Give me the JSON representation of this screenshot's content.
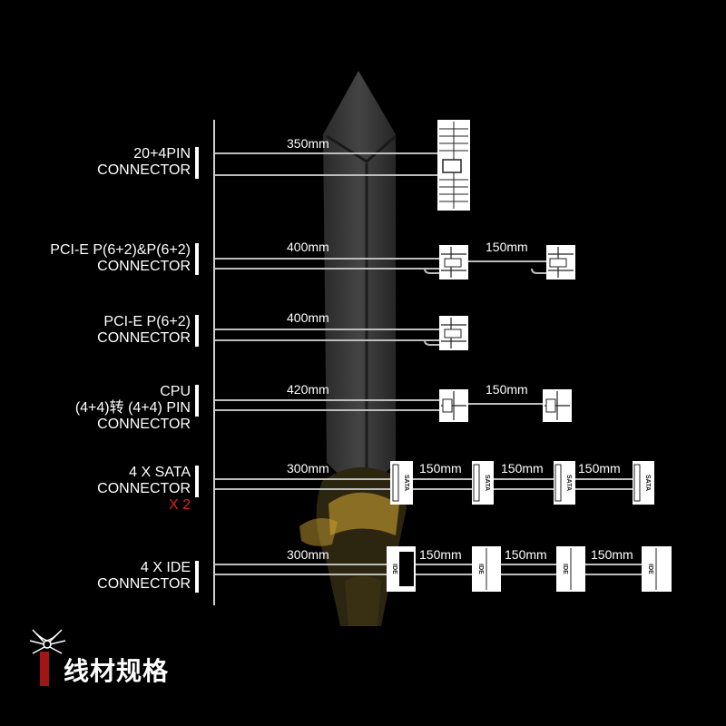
{
  "rows": [
    {
      "lines": [
        "20+4PIN",
        "CONNECTOR"
      ],
      "lengths": [
        "350mm"
      ]
    },
    {
      "lines": [
        "PCI-E P(6+2)&P(6+2)",
        "CONNECTOR"
      ],
      "lengths": [
        "400mm",
        "150mm"
      ]
    },
    {
      "lines": [
        "PCI-E P(6+2)",
        "CONNECTOR"
      ],
      "lengths": [
        "400mm"
      ]
    },
    {
      "lines": [
        "CPU",
        "(4+4)转 (4+4) PIN",
        "CONNECTOR"
      ],
      "lengths": [
        "420mm",
        "150mm"
      ]
    },
    {
      "lines": [
        "4 X SATA",
        "CONNECTOR"
      ],
      "accent": "X 2",
      "lengths": [
        "300mm",
        "150mm",
        "150mm",
        "150mm"
      ],
      "connector_text": "SATA"
    },
    {
      "lines": [
        "4 X IDE",
        "CONNECTOR"
      ],
      "lengths": [
        "300mm",
        "150mm",
        "150mm",
        "150mm"
      ],
      "connector_text": "IDE"
    }
  ],
  "footer": {
    "title": "线材规格"
  },
  "colors": {
    "background": "#000000",
    "foreground": "#ffffff",
    "accent": "#e0201e",
    "sword": "#3a3a3a",
    "gold": "#c8a030"
  },
  "icons": {
    "logo": "spider-logo-icon",
    "background_art": "sword-silhouette"
  }
}
